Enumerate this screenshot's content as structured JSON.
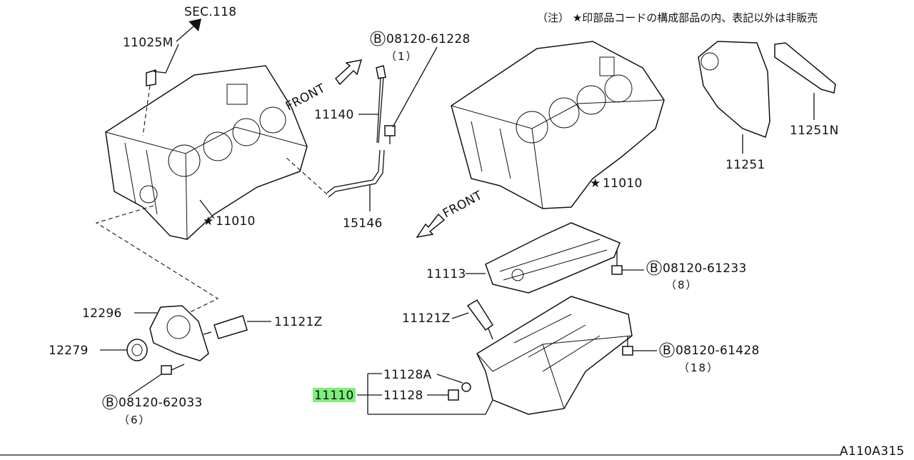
{
  "note": "（注） ★印部品コードの構成部品の内、表記以外は非販売",
  "figure_code": "A110A315",
  "front_label": "FRONT",
  "bolt_mark": "B",
  "star": "★",
  "labels": {
    "sec118": "SEC.118",
    "p11025M": "11025M",
    "p11140": "11140",
    "p15146": "15146",
    "p11010_left": "11010",
    "p11010_right": "11010",
    "p11251": "11251",
    "p11251N": "11251N",
    "p11113": "11113",
    "p12296": "12296",
    "p12279": "12279",
    "p11121Z_left": "11121Z",
    "p11121Z_right": "11121Z",
    "p11128A": "11128A",
    "p11128": "11128",
    "p11110": "11110"
  },
  "bolts": {
    "b61228": {
      "code": "08120-61228",
      "qty": "（1）"
    },
    "b61233": {
      "code": "08120-61233",
      "qty": "（8）"
    },
    "b61428": {
      "code": "08120-61428",
      "qty": "（18）"
    },
    "b62033": {
      "code": "08120-62033",
      "qty": "（6）"
    }
  },
  "colors": {
    "highlight": "#7ef07a",
    "ink": "#111111"
  }
}
